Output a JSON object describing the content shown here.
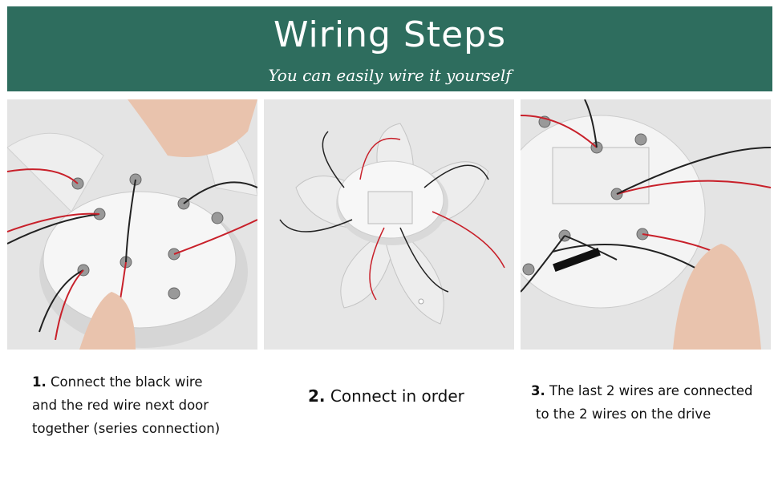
{
  "banner": {
    "title": "Wiring Steps",
    "subtitle": "You can easily wire it yourself",
    "background_color": "#2e6d5e"
  },
  "steps": [
    {
      "number": "1.",
      "lines": [
        "Connect the black wire",
        "and the red wire next door",
        "together (series connection)"
      ]
    },
    {
      "number": "2.",
      "lines": [
        "Connect in order"
      ]
    },
    {
      "number": "3.",
      "lines": [
        "The last 2 wires are connected",
        "to the 2 wires on the drive"
      ]
    }
  ],
  "colors": {
    "wire_red": "#c8202a",
    "wire_black": "#222222"
  }
}
